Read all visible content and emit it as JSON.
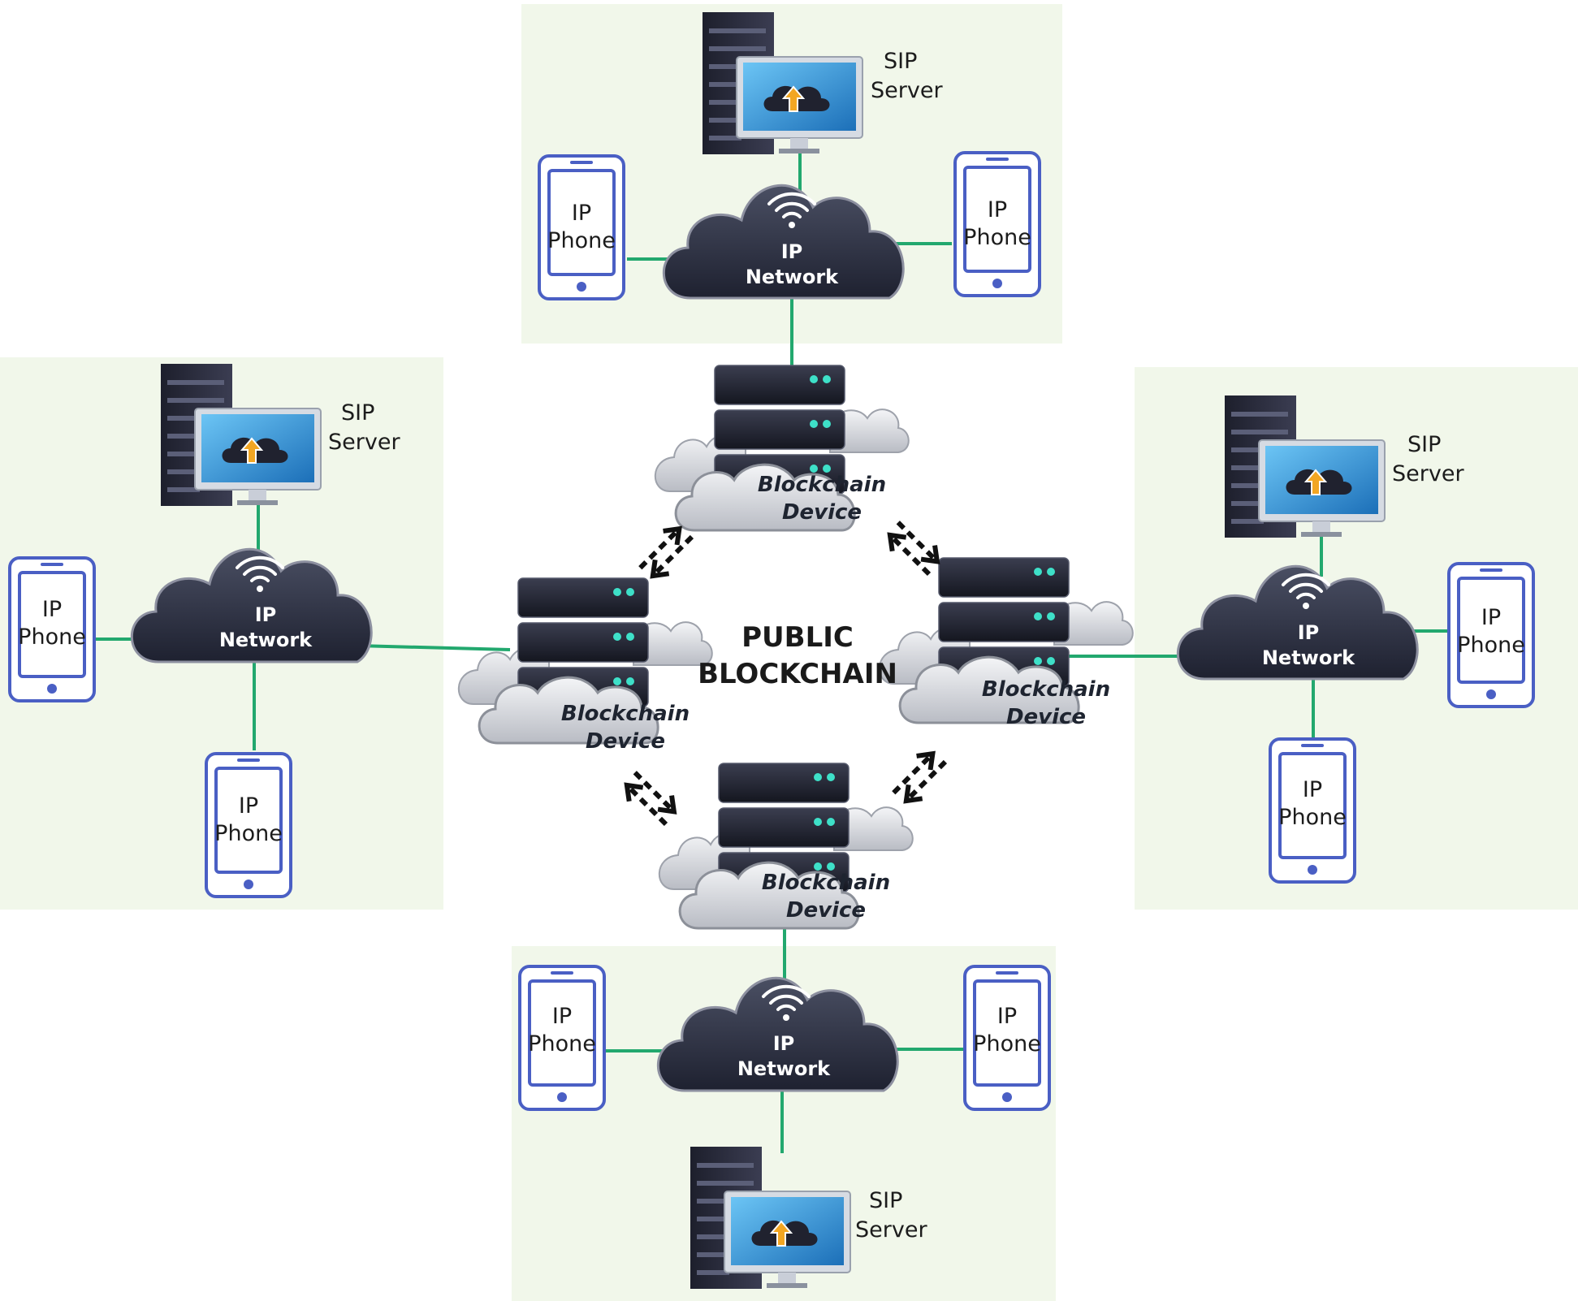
{
  "center_label": [
    "PUBLIC",
    "BLOCKCHAIN"
  ],
  "blockchain_device_label": [
    "Blockchain",
    "Device"
  ],
  "ip_network_label": [
    "IP",
    "Network"
  ],
  "ip_phone_label": [
    "IP",
    "Phone"
  ],
  "sip_server_label": [
    "SIP",
    "Server"
  ],
  "colors": {
    "panel_bg": "#f1f7ea",
    "link_line": "#22a86e",
    "cloud_dark": "#2c2f3f",
    "phone_outline": "#4a5fc4",
    "server_rack": "#262838",
    "server_accent": "#3ee0c8",
    "monitor_screen": "#2e8fd8",
    "arrow": "#111111"
  },
  "icons": [
    "server-rack-icon",
    "monitor-cloud-upload-icon",
    "wifi-icon",
    "smartphone-icon",
    "blockchain-server-icon",
    "bidirectional-arrow-icon"
  ]
}
